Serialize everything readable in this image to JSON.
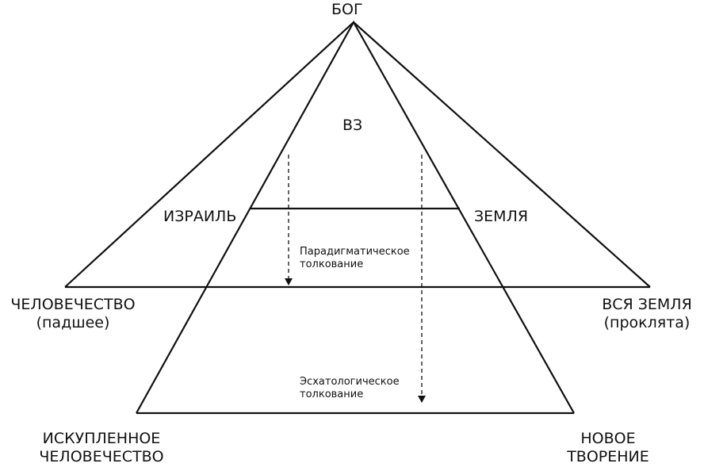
{
  "diagram": {
    "apex_label": "БОГ",
    "ot_label": "ВЗ",
    "israel_label": "ИЗРАИЛЬ",
    "land_label": "ЗЕМЛЯ",
    "humanity_label": "ЧЕЛОВЕЧЕСТВО",
    "humanity_note": "(падшее)",
    "whole_earth_label": "ВСЯ ЗЕМЛЯ",
    "whole_earth_note": "(проклята)",
    "paradigmatic_line1": "Парадигматическое",
    "paradigmatic_line2": "толкование",
    "eschatological_line1": "Эсхатологическое",
    "eschatological_line2": "толкование",
    "redeemed_line1": "ИСКУПЛЕННОЕ",
    "redeemed_line2": "ЧЕЛОВЕЧЕСТВО",
    "new_creation_line1": "НОВОЕ",
    "new_creation_line2": "ТВОРЕНИЕ"
  },
  "colors": {
    "line": "#111111",
    "text": "#111111",
    "background": "#ffffff"
  }
}
